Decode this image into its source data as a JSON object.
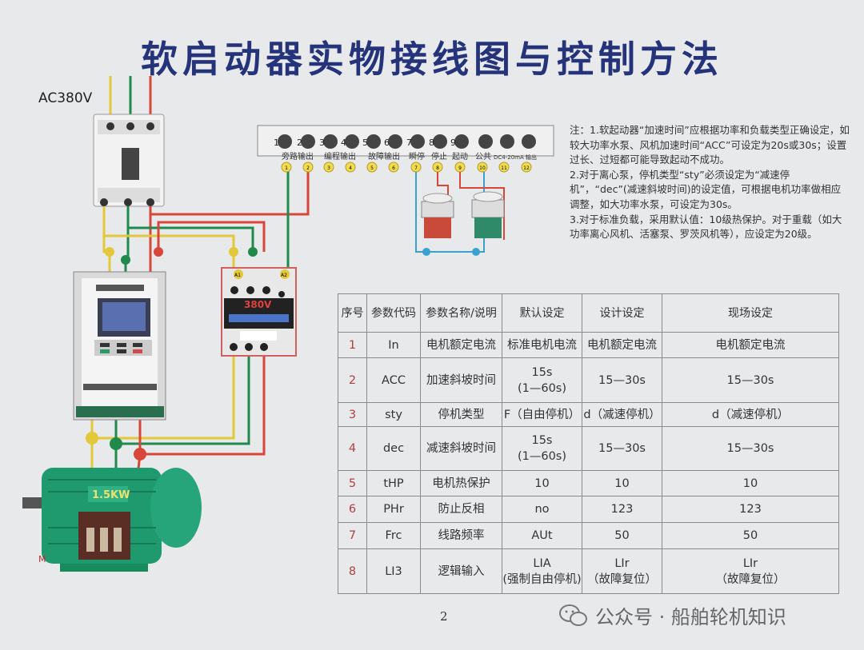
{
  "title": "软启动器实物接线图与控制方法",
  "diagram": {
    "supply_label": "AC380V",
    "contactor_voltage": "380V",
    "motor_rating": "1.5KW",
    "motor_label": "M",
    "terminal_strip": {
      "terminals": [
        "1",
        "2",
        "3",
        "4",
        "5",
        "6",
        "7",
        "8",
        "9",
        "",
        "",
        ""
      ],
      "group_labels": [
        "旁路输出",
        "编程输出",
        "故障输出",
        "瞬停",
        "停止",
        "起动",
        "公共",
        "DC4-20mA 输出"
      ],
      "wire_markers": [
        "1",
        "2",
        "3",
        "4",
        "5",
        "6",
        "7",
        "8",
        "9",
        "10",
        "11",
        "12"
      ]
    },
    "contactor_terminals": [
      "A1",
      "A2"
    ],
    "wire_colors": {
      "yellow": "#e3c83a",
      "green": "#1f8a4c",
      "red": "#d8453a",
      "blue": "#3aa0d0"
    }
  },
  "notes": [
    "注：1.软起动器“加速时间”应根据功率和负载类型正确设定，如较大功率水泵、风机加速时间“ACC”可设定为20s或30s；设置过长、过短都可能导致起动不成功。",
    "2.对于离心泵，停机类型“sty”必须设定为“减速停机”，“dec”(减速斜坡时间)的设定值，可根据电机功率做相应调整，如大功率水泵，可设定为30s。",
    "3.对于标准负载，采用默认值：10级热保护。对于重载（如大功率离心风机、活塞泵、罗茨风机等），应设定为20级。"
  ],
  "table": {
    "headers": [
      "序号",
      "参数代码",
      "参数名称/说明",
      "默认设定",
      "设计设定",
      "现场设定"
    ],
    "rows": [
      [
        "1",
        "In",
        "电机额定电流",
        "标准电机电流",
        "电机额定电流",
        "电机额定电流"
      ],
      [
        "2",
        "ACC",
        "加速斜坡时间",
        "15s\n(1—60s)",
        "15—30s",
        "15—30s"
      ],
      [
        "3",
        "sty",
        "停机类型",
        "F（自由停机）",
        "d（减速停机）",
        "d（减速停机）"
      ],
      [
        "4",
        "dec",
        "减速斜坡时间",
        "15s\n(1—60s)",
        "15—30s",
        "15—30s"
      ],
      [
        "5",
        "tHP",
        "电机热保护",
        "10",
        "10",
        "10"
      ],
      [
        "6",
        "PHr",
        "防止反相",
        "no",
        "123",
        "123"
      ],
      [
        "7",
        "Frc",
        "线路频率",
        "AUt",
        "50",
        "50"
      ],
      [
        "8",
        "LI3",
        "逻辑输入",
        "LIA\n(强制自由停机)",
        "LIr\n（故障复位）",
        "LIr\n（故障复位）"
      ]
    ]
  },
  "page_number": "2",
  "watermark": "公众号 · 船舶轮机知识"
}
